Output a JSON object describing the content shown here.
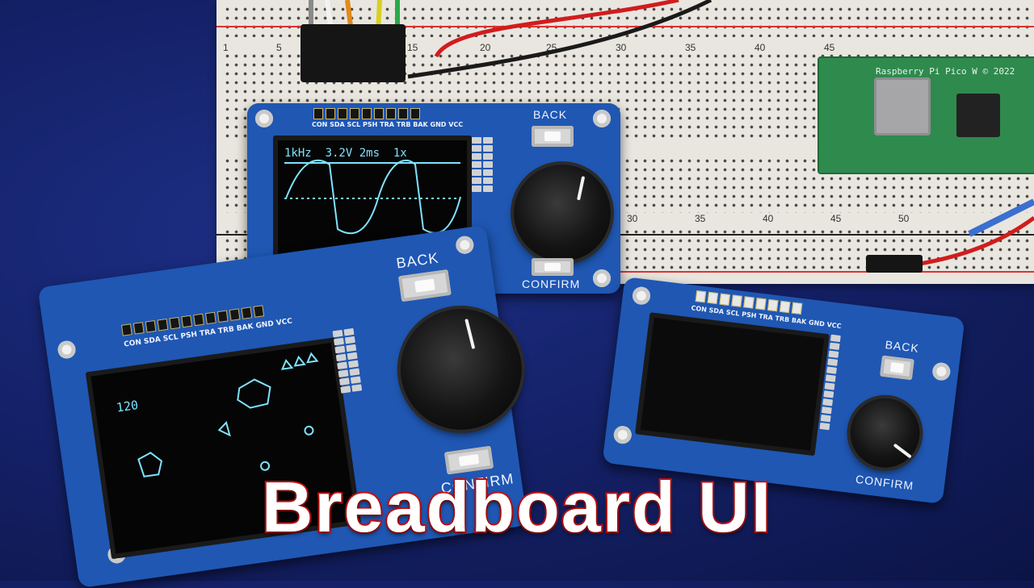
{
  "breadboard": {
    "top_numbers": [
      "1",
      "5",
      "15",
      "20",
      "25",
      "30",
      "35",
      "40",
      "45"
    ],
    "mid_numbers": [
      "30",
      "35",
      "40",
      "45",
      "50"
    ]
  },
  "pico": {
    "label": "Raspberry Pi Pico W © 2022"
  },
  "modules": {
    "oscilloscope": {
      "pin_labels": "CON SDA SCL PSH TRA TRB BAK GND VCC",
      "back_label": "BACK",
      "confirm_label": "CONFIRM",
      "screen_readout": "1kHz  3.2V 2ms  1x"
    },
    "asteroids": {
      "pin_labels": "CON SDA SCL PSH TRA TRB BAK GND VCC",
      "back_label": "BACK",
      "confirm_label": "CONFIRM",
      "score": "120"
    },
    "blank": {
      "pin_labels": "CON SDA SCL PSH TRA TRB BAK GND VCC",
      "back_label": "BACK",
      "confirm_label": "CONFIRM"
    }
  },
  "headline": "Breadboard UI",
  "colors": {
    "background": "#15226a",
    "module_pcb": "#1f57b3",
    "screen_trace": "#7fe3ff",
    "title_fill": "#ffffff",
    "title_stroke": "#d01010"
  }
}
